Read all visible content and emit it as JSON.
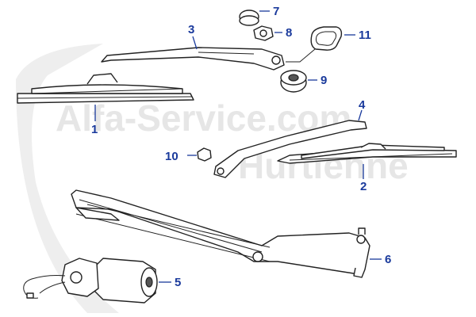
{
  "watermark": {
    "line1": "Alfa-Service.com",
    "line2": "Hurtienne"
  },
  "callouts": [
    {
      "id": "1",
      "label": "1"
    },
    {
      "id": "2",
      "label": "2"
    },
    {
      "id": "3",
      "label": "3"
    },
    {
      "id": "4",
      "label": "4"
    },
    {
      "id": "5",
      "label": "5"
    },
    {
      "id": "6",
      "label": "6"
    },
    {
      "id": "7",
      "label": "7"
    },
    {
      "id": "8",
      "label": "8"
    },
    {
      "id": "9",
      "label": "9"
    },
    {
      "id": "10",
      "label": "10"
    },
    {
      "id": "11",
      "label": "11"
    }
  ],
  "colors": {
    "callout": "#1a3a9c",
    "line_art": "#222222",
    "watermark": "#e6e6e6"
  }
}
